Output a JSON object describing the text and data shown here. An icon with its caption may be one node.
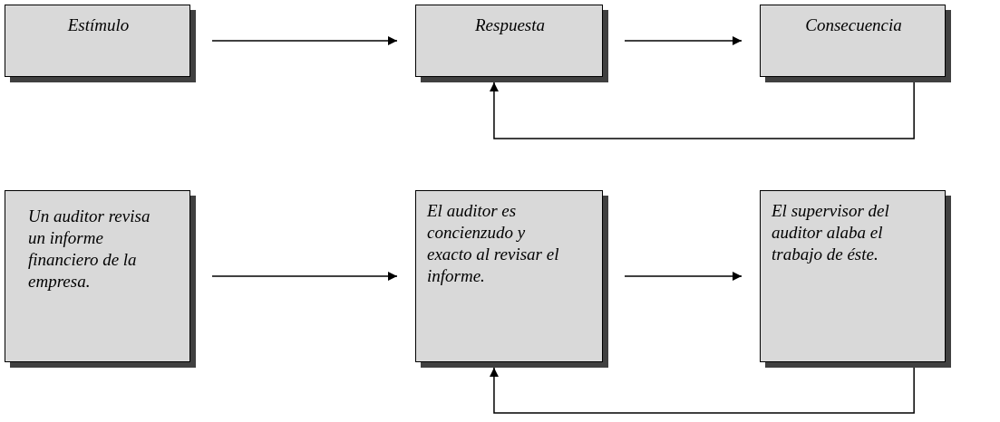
{
  "diagram": {
    "nodes": [
      {
        "text": [
          "Estímulo"
        ]
      },
      {
        "text": [
          "Respuesta"
        ]
      },
      {
        "text": [
          "Consecuencia"
        ]
      },
      {
        "text": [
          "Un auditor revisa un informe financiero de la empresa."
        ]
      },
      {
        "text": [
          "El auditor es concienzudo y exacto al revisar el informe."
        ]
      },
      {
        "text": [
          "El supervisor del auditor alaba el trabajo de éste."
        ]
      }
    ],
    "edges": [
      {
        "from": 0,
        "to": 1,
        "arrow": "to"
      },
      {
        "from": 1,
        "to": 2,
        "arrow": "to"
      },
      {
        "from": 2,
        "to": 1,
        "arrow": "to"
      },
      {
        "from": 3,
        "to": 4,
        "arrow": "to"
      },
      {
        "from": 4,
        "to": 5,
        "arrow": "to"
      },
      {
        "from": 5,
        "to": 4,
        "arrow": "to"
      }
    ]
  }
}
